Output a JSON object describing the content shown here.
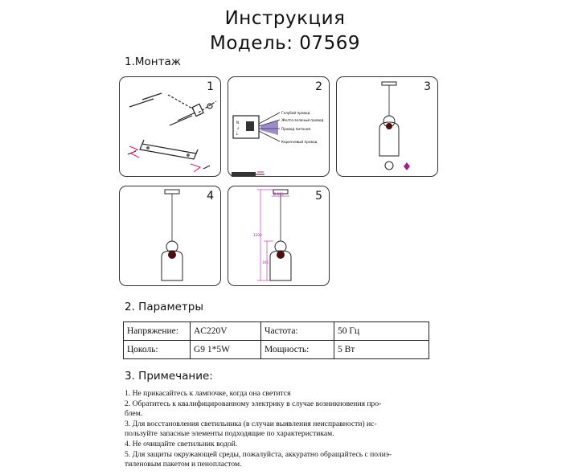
{
  "header": {
    "title": "Инструкция",
    "model": "Модель: 07569"
  },
  "montage": {
    "heading": "1.Монтаж",
    "panels": [
      {
        "number": "1"
      },
      {
        "number": "2",
        "wire_labels": [
          "Голубой провод",
          "Желто-зеленый провод",
          "Провод питания",
          "Коричневый провод"
        ]
      },
      {
        "number": "3"
      },
      {
        "number": "4"
      },
      {
        "number": "5",
        "dim_top": "Ø 115",
        "dim_total": "1200",
        "dim_shade": "345"
      }
    ]
  },
  "params": {
    "heading": "2. Параметры",
    "rows": [
      [
        "Напряжение:",
        "AC220V",
        "Частота:",
        "50 Гц"
      ],
      [
        "Цоколь:",
        "G9 1*5W",
        "Мощность:",
        "5 Вт"
      ]
    ]
  },
  "notes": {
    "heading": "3. Примечание:",
    "lines": [
      "1. Не прикасайтесь к лампочке, когда она светится",
      "2. Обратитесь к квалифицированному электрику в случае возникновения про-",
      "блем.",
      "3. Для восстановления светильника (в случаи выявления неисправности) ис-",
      "пользуйте запасные элементы подходящие по характеристикам.",
      "4. Не очищайте  светильник водой.",
      "5. Для защиты окружающей среды, пожалуйста, аккуратно обращайтесь с полиэ-",
      "тиленовым пакетом и пенопластом."
    ]
  }
}
